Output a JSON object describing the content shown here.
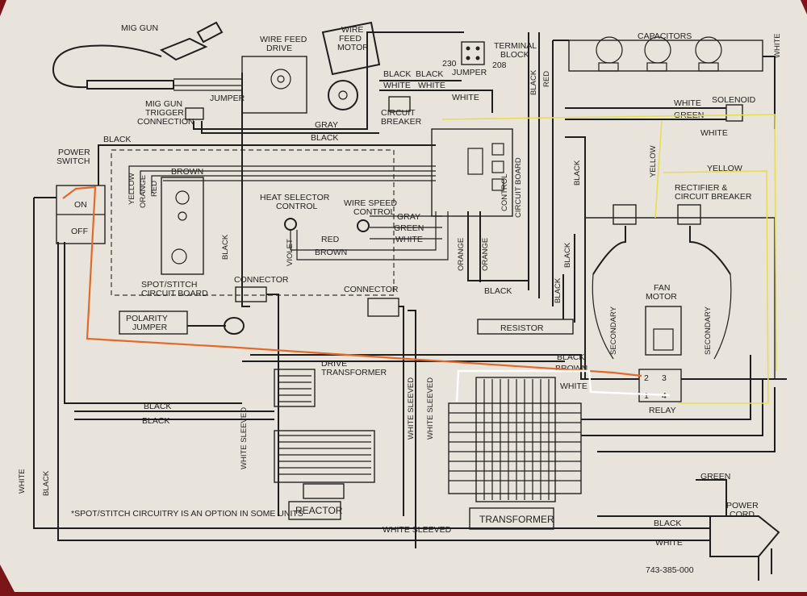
{
  "diagram": {
    "part_number": "743-385-000",
    "footnote": "*SPOT/STITCH CIRCUITRY IS AN OPTION IN SOME UNITS",
    "components": {
      "mig_gun": "MIG GUN",
      "wire_feed_drive": [
        "WIRE FEED",
        "DRIVE"
      ],
      "wire_feed_motor": [
        "WIRE",
        "FEED",
        "MOTOR"
      ],
      "terminal_block": [
        "TERMINAL",
        "BLOCK"
      ],
      "tb_230": "230",
      "tb_208": "208",
      "tb_jumper": "JUMPER",
      "capacitors": "CAPACITORS",
      "jumper": "JUMPER",
      "trigger_connection": [
        "MIG GUN",
        "TRIGGER",
        "CONNECTION"
      ],
      "circuit_breaker": [
        "CIRCUIT",
        "BREAKER"
      ],
      "solenoid": "SOLENOID",
      "power_switch": [
        "POWER",
        "SWITCH"
      ],
      "switch_on": "ON",
      "switch_off": "OFF",
      "control_circuit_board": [
        "CONTROL",
        "CIRCUIT BOARD"
      ],
      "heat_selector": [
        "HEAT SELECTOR",
        "CONTROL"
      ],
      "wire_speed": [
        "WIRE SPEED",
        "CONTROL"
      ],
      "spot_stitch": [
        "SPOT/STITCH",
        "CIRCUIT BOARD"
      ],
      "rectifier": [
        "RECTIFIER &",
        "CIRCUIT BREAKER"
      ],
      "polarity_jumper": [
        "POLARITY",
        "JUMPER"
      ],
      "connector_left": "CONNECTOR",
      "connector_mid": "CONNECTOR",
      "resistor": "RESISTOR",
      "fan_motor": [
        "FAN",
        "MOTOR"
      ],
      "secondary": "SECONDARY",
      "drive_transformer": [
        "DRIVE",
        "TRANSFORMER"
      ],
      "relay": "RELAY",
      "relay_pins": [
        "2",
        "3",
        "1",
        "4"
      ],
      "reactor": "REACTOR",
      "transformer": "TRANSFORMER",
      "power_cord": [
        "POWER",
        "CORD"
      ]
    },
    "wire_labels": {
      "black": "BLACK",
      "white": "WHITE",
      "red": "RED",
      "gray": "GRAY",
      "green": "GREEN",
      "yellow": "YELLOW",
      "orange": "ORANGE",
      "brown": "BROWN",
      "violet": "VIOLET",
      "white_sleeved": "WHITE SLEEVED"
    },
    "highlight_colors": {
      "paper": "#e9e4db",
      "orange_trace": "#e06a2c",
      "yellow_trace": "#e6dc55",
      "white_trace": "#ffffff",
      "background": "#7a1416"
    }
  }
}
